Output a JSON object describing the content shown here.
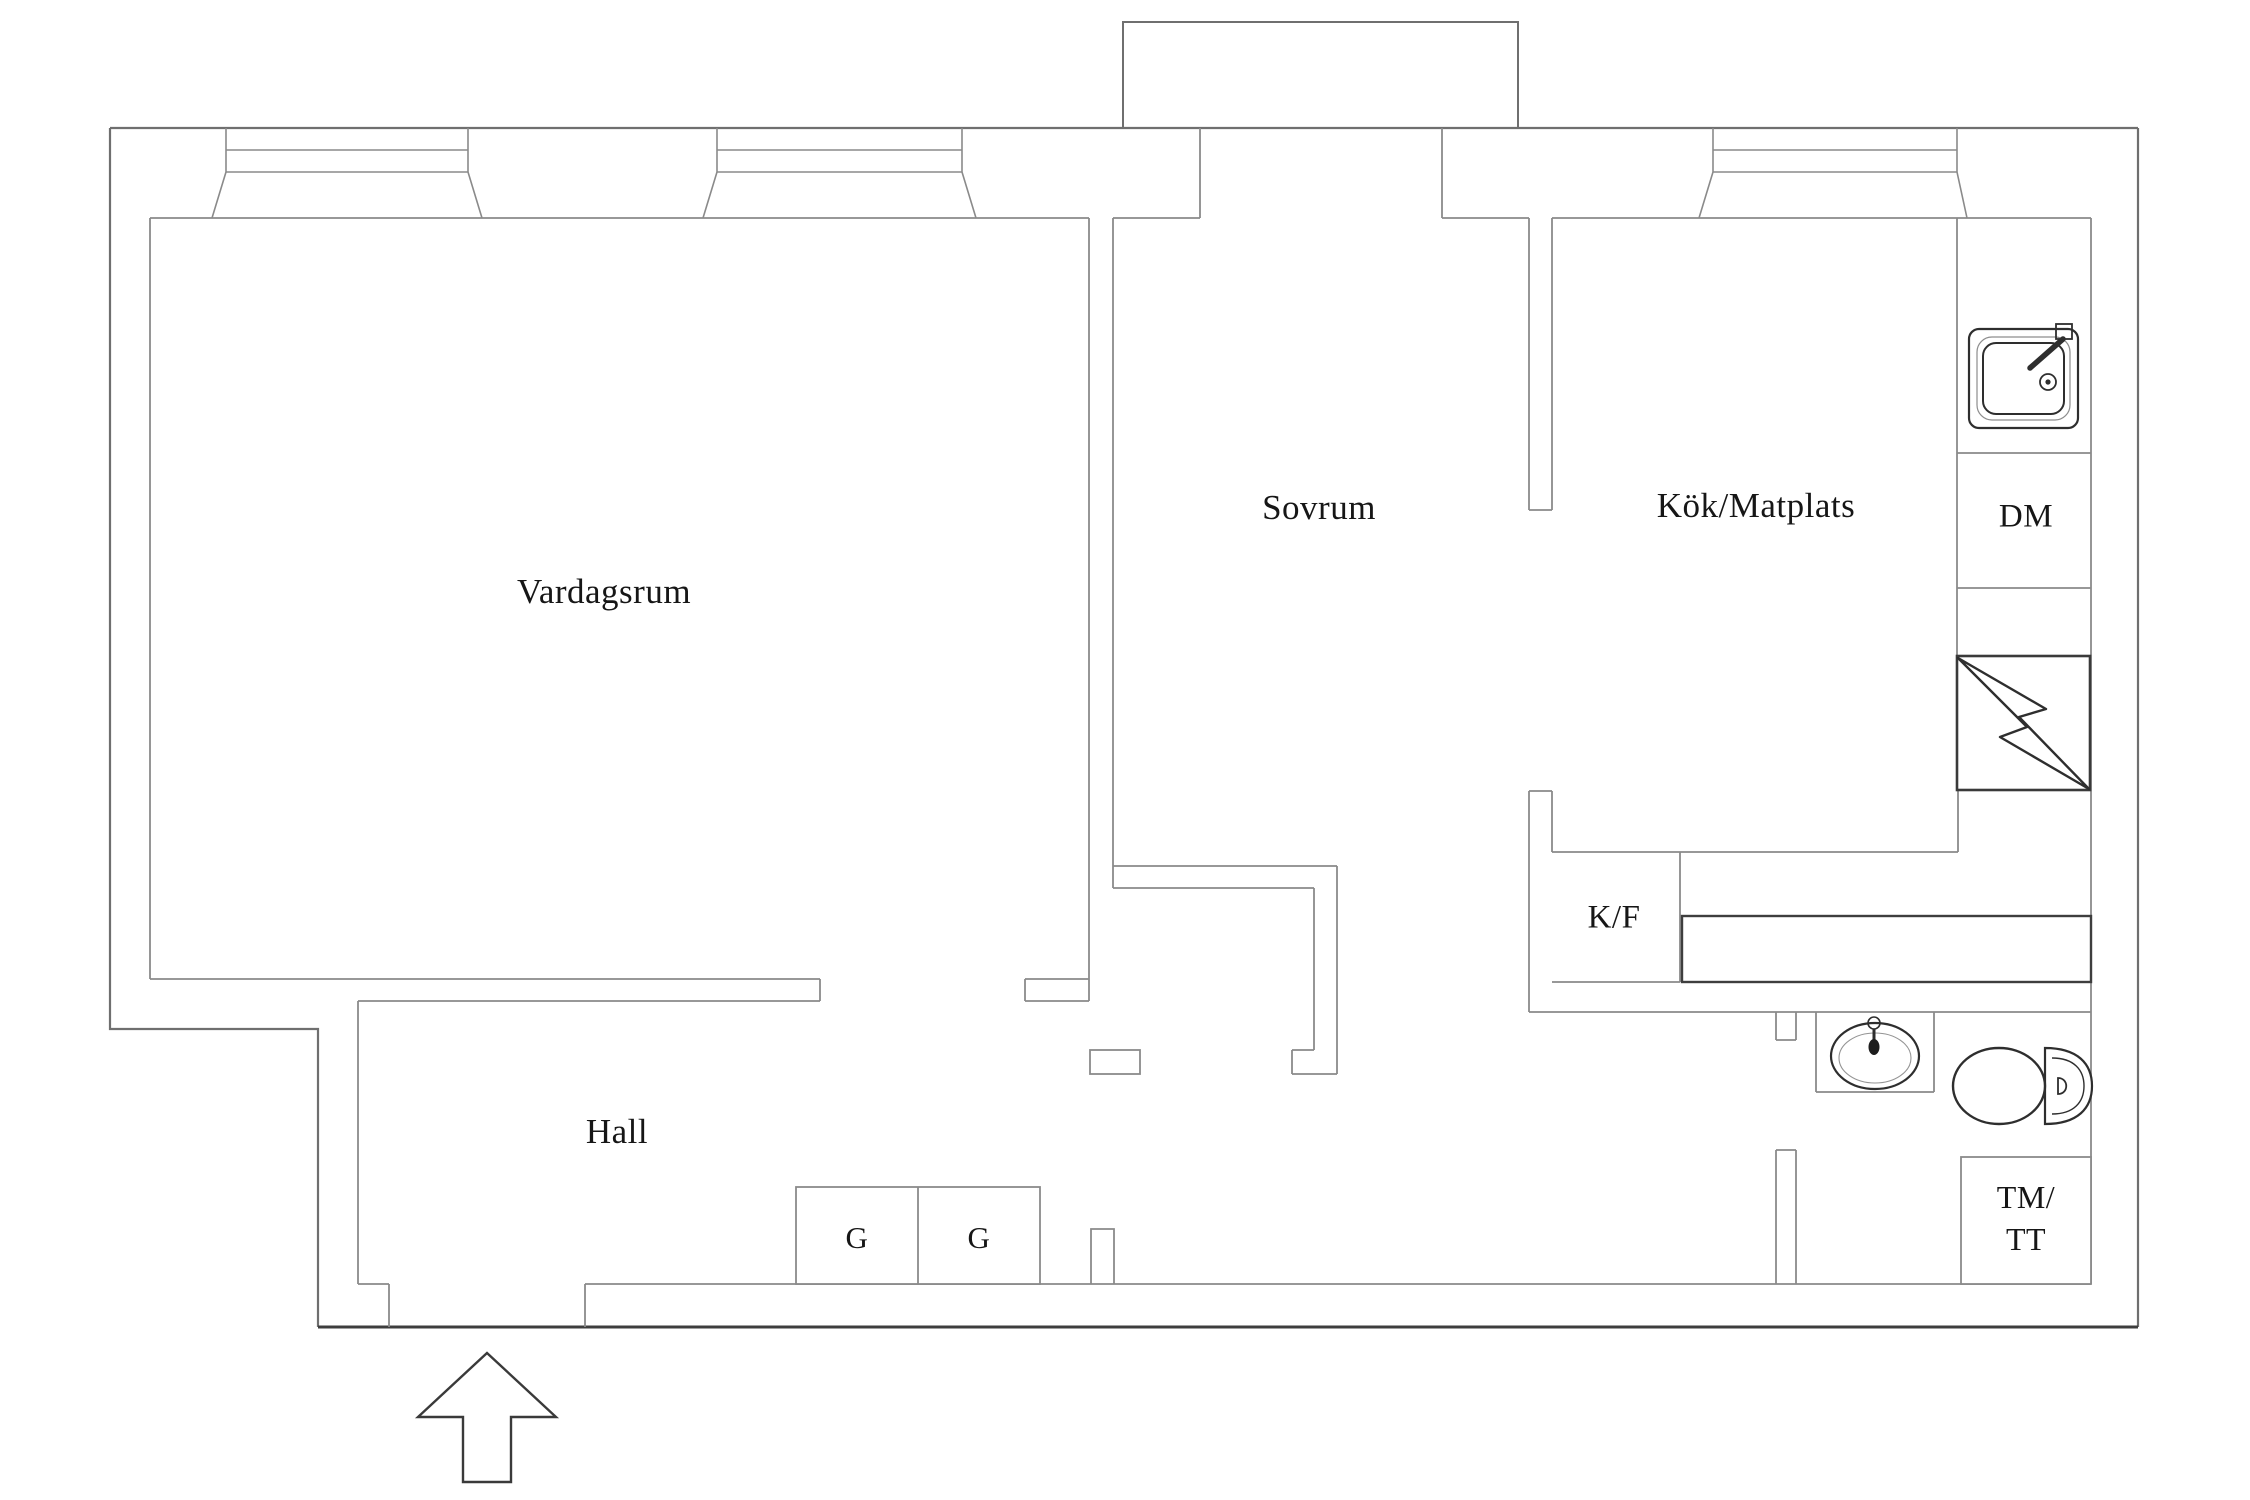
{
  "document": {
    "type": "apartment floor plan",
    "background_color": "#ffffff",
    "line_color": "#8a8a8a",
    "outer_wall_color": "#6f6f6f",
    "dark_line_color": "#3a3a3a",
    "text_color": "#161616"
  },
  "rooms": {
    "vardagsrum": {
      "label": "Vardagsrum"
    },
    "sovrum": {
      "label": "Sovrum"
    },
    "kok_matplats": {
      "label": "Kök/Matplats"
    },
    "hall": {
      "label": "Hall"
    }
  },
  "fixtures": {
    "dishwasher": {
      "label": "DM"
    },
    "fridge_freezer": {
      "label": "K/F"
    },
    "wardrobe_1": {
      "label": "G"
    },
    "wardrobe_2": {
      "label": "G"
    },
    "washer_dryer": {
      "label_line1": "TM/",
      "label_line2": "TT"
    }
  },
  "icons": {
    "kitchen_sink": "kitchen-sink-icon",
    "stove": "stove-lightning-icon",
    "bathroom_sink": "bathroom-sink-icon",
    "toilet": "toilet-icon",
    "entrance_arrow": "entrance-arrow-icon",
    "windows": "window-icon"
  }
}
